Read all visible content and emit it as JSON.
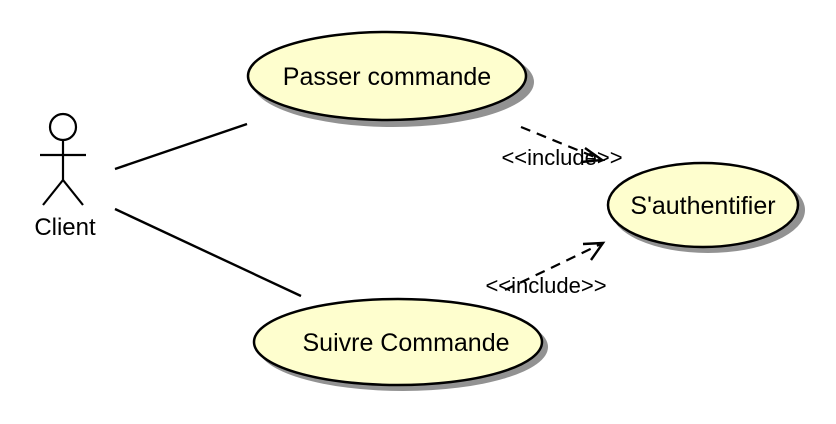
{
  "diagram": {
    "type": "use-case",
    "actor": {
      "label": "Client"
    },
    "use_cases": {
      "passer": {
        "label": "Passer commande"
      },
      "suivre": {
        "label": "Suivre Commande"
      },
      "auth": {
        "label": "S'authentifier"
      }
    },
    "relations": {
      "include_top": {
        "label": "<<include>>"
      },
      "include_bottom": {
        "label": "<<include>>"
      }
    },
    "colors": {
      "use_case_fill": "#FEFECE",
      "stroke": "#000000",
      "shadow": "#6e6e6e"
    }
  }
}
